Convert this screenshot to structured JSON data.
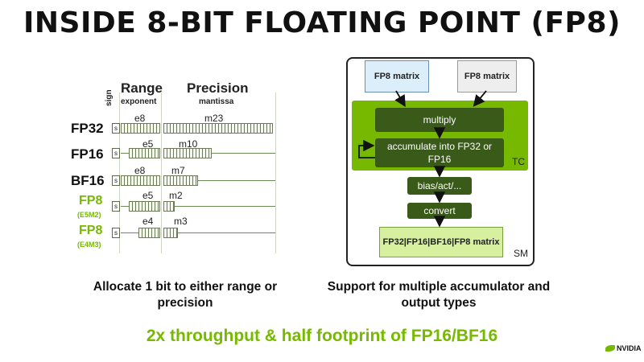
{
  "title": "INSIDE 8-BIT FLOATING POINT (FP8)",
  "left_diagram": {
    "header_range": "Range",
    "header_range_sub": "exponent",
    "header_precision": "Precision",
    "header_precision_sub": "mantissa",
    "sign_label": "sign",
    "sign_bit": "s",
    "formats": [
      {
        "name": "FP32",
        "sub": "",
        "exp_label": "e8",
        "man_label": "m23"
      },
      {
        "name": "FP16",
        "sub": "",
        "exp_label": "e5",
        "man_label": "m10"
      },
      {
        "name": "BF16",
        "sub": "",
        "exp_label": "e8",
        "man_label": "m7"
      },
      {
        "name": "FP8",
        "sub": "(E5M2)",
        "exp_label": "e5",
        "man_label": "m2"
      },
      {
        "name": "FP8",
        "sub": "(E4M3)",
        "exp_label": "e4",
        "man_label": "m3"
      }
    ],
    "caption": "Allocate 1 bit to either range or precision"
  },
  "right_diagram": {
    "input_a": "FP8 matrix",
    "input_b": "FP8 matrix",
    "multiply": "multiply",
    "accumulate": "accumulate into FP32 or FP16",
    "tc_label": "TC",
    "bias": "bias/act/...",
    "convert": "convert",
    "output": "FP32|FP16|BF16|FP8 matrix",
    "sm_label": "SM",
    "caption": "Support for multiple accumulator and output types"
  },
  "bottom_text": "2x throughput & half footprint of FP16/BF16",
  "logo_text": "NVIDIA",
  "colors": {
    "accent": "#76b900",
    "dark_green": "#3a5a1a",
    "light_blue": "#dbeefa",
    "light_gray": "#eeeeee",
    "light_green": "#d6f0a0"
  }
}
